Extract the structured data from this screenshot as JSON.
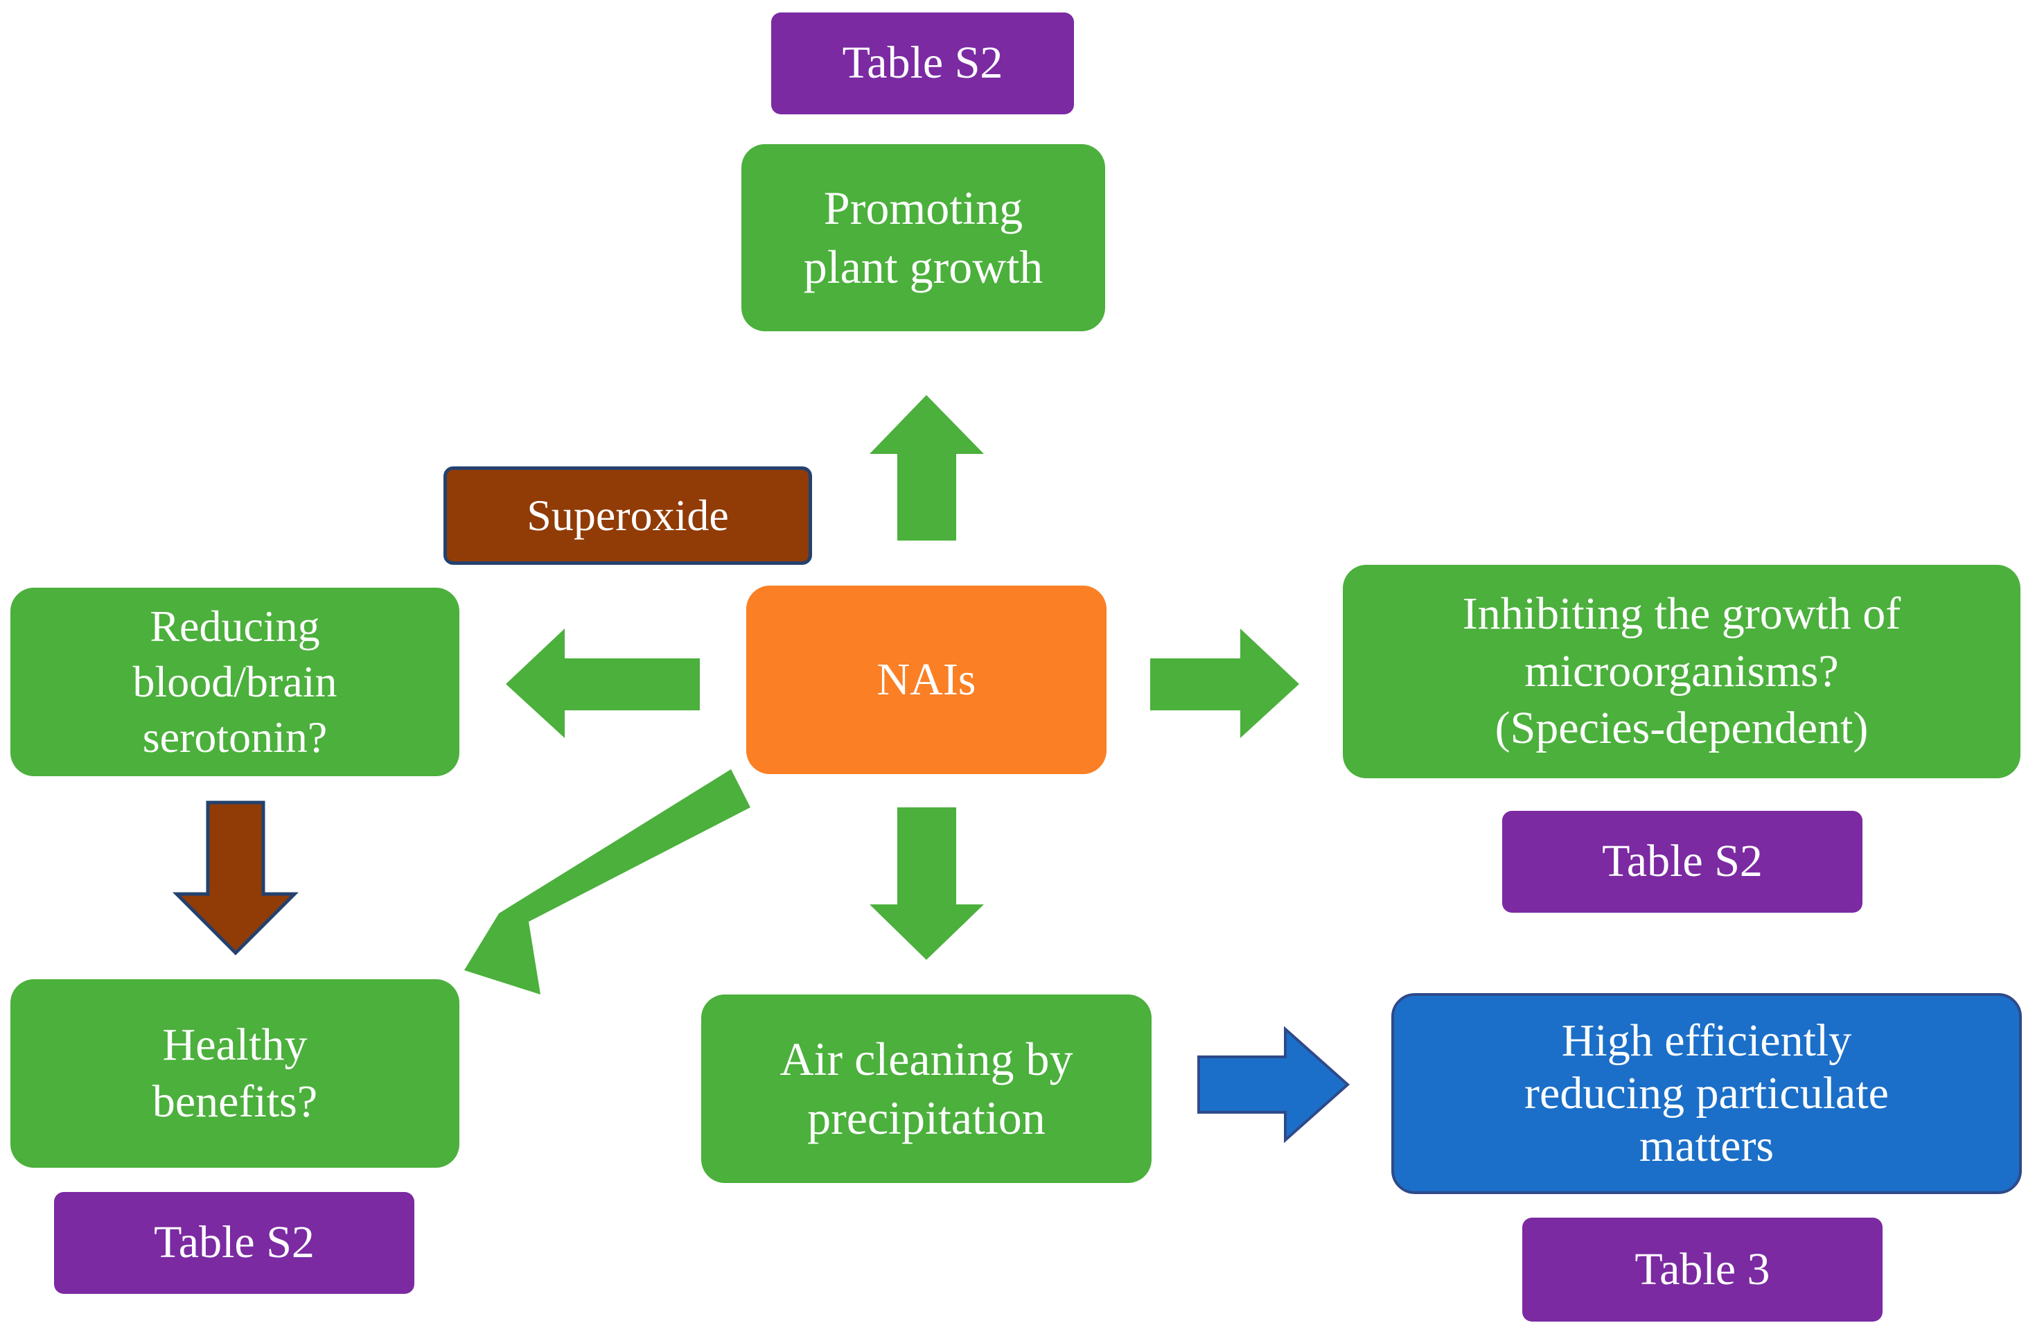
{
  "diagram": {
    "nodes": {
      "center": "NAIs",
      "plant_growth": "Promoting\nplant growth",
      "superoxide": "Superoxide",
      "serotonin": "Reducing\nblood/brain\nserotonin?",
      "microorganisms": "Inhibiting the growth of\nmicroorganisms?\n(Species-dependent)",
      "health": "Healthy\nbenefits?",
      "air_cleaning": "Air cleaning by\nprecipitation",
      "particulate": "High efficiently\nreducing particulate\nmatters"
    },
    "references": {
      "plant_growth": "Table S2",
      "microorganisms": "Table S2",
      "health": "Table S2",
      "particulate": "Table 3"
    },
    "colors": {
      "effect": "#4bb03c",
      "center": "#fa7f25",
      "mechanism": "#913b06",
      "reference": "#7b2aa2",
      "result": "#1b6fc8",
      "result_border": "#2e4a8a"
    }
  }
}
